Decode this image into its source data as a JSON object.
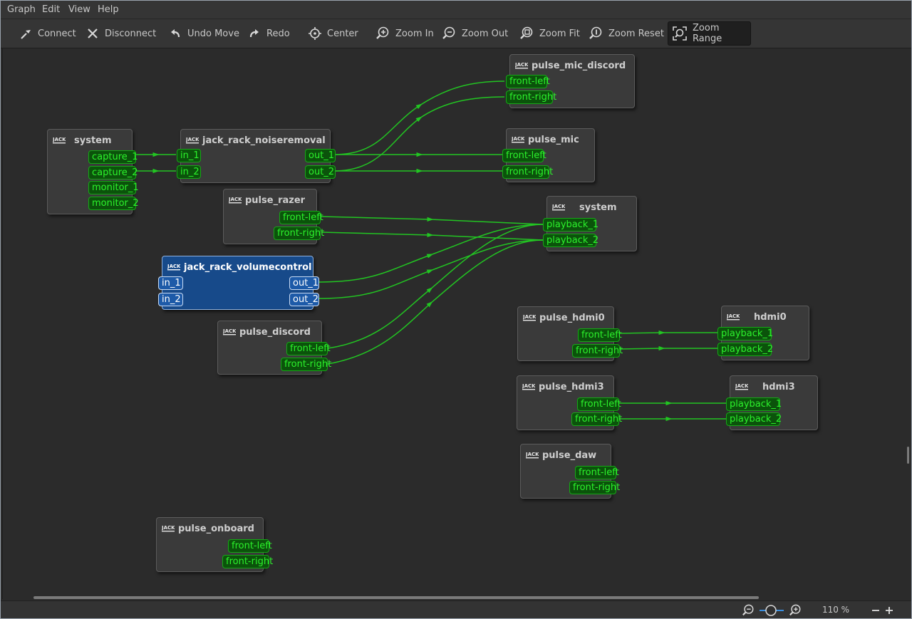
{
  "menubar": {
    "items": [
      "Graph",
      "Edit",
      "View",
      "Help"
    ]
  },
  "toolbar": {
    "connect": "Connect",
    "disconnect": "Disconnect",
    "undo_move": "Undo Move",
    "redo": "Redo",
    "center": "Center",
    "zoom_in": "Zoom In",
    "zoom_out": "Zoom Out",
    "zoom_fit": "Zoom Fit",
    "zoom_reset": "Zoom Reset",
    "zoom_range": "Zoom Range"
  },
  "nodes": {
    "system_capture": {
      "name": "system",
      "ports": [
        "capture_1",
        "capture_2",
        "monitor_1",
        "monitor_2"
      ]
    },
    "noiseremoval": {
      "name": "jack_rack_noiseremoval",
      "in": [
        "in_1",
        "in_2"
      ],
      "out": [
        "out_1",
        "out_2"
      ]
    },
    "pulse_mic_discord": {
      "name": "pulse_mic_discord",
      "ports": [
        "front-left",
        "front-right"
      ]
    },
    "pulse_mic": {
      "name": "pulse_mic",
      "ports": [
        "front-left",
        "front-right"
      ]
    },
    "pulse_razer": {
      "name": "pulse_razer",
      "ports": [
        "front-left",
        "front-right"
      ]
    },
    "system_playback": {
      "name": "system",
      "ports": [
        "playback_1",
        "playback_2"
      ]
    },
    "volumecontrol": {
      "name": "jack_rack_volumecontrol",
      "in": [
        "in_1",
        "in_2"
      ],
      "out": [
        "out_1",
        "out_2"
      ]
    },
    "pulse_discord": {
      "name": "pulse_discord",
      "ports": [
        "front-left",
        "front-right"
      ]
    },
    "pulse_hdmi0": {
      "name": "pulse_hdmi0",
      "ports": [
        "front-left",
        "front-right"
      ]
    },
    "hdmi0": {
      "name": "hdmi0",
      "ports": [
        "playback_1",
        "playback_2"
      ]
    },
    "pulse_hdmi3": {
      "name": "pulse_hdmi3",
      "ports": [
        "front-left",
        "front-right"
      ]
    },
    "hdmi3": {
      "name": "hdmi3",
      "ports": [
        "playback_1",
        "playback_2"
      ]
    },
    "pulse_daw": {
      "name": "pulse_daw",
      "ports": [
        "front-left",
        "front-right"
      ]
    },
    "pulse_onboard": {
      "name": "pulse_onboard",
      "ports": [
        "front-left",
        "front-right"
      ]
    }
  },
  "statusbar": {
    "zoom_level": "110 %"
  },
  "colors": {
    "wire": "#22c522",
    "port_bg": "#0b530b",
    "port_text": "#2cf22c",
    "selected_node": "#174a8a"
  },
  "icons": [
    "connect-icon",
    "disconnect-icon",
    "undo-icon",
    "redo-icon",
    "center-icon",
    "zoom-in-icon",
    "zoom-out-icon",
    "zoom-fit-icon",
    "zoom-reset-icon",
    "zoom-range-icon",
    "jack-logo-icon"
  ]
}
